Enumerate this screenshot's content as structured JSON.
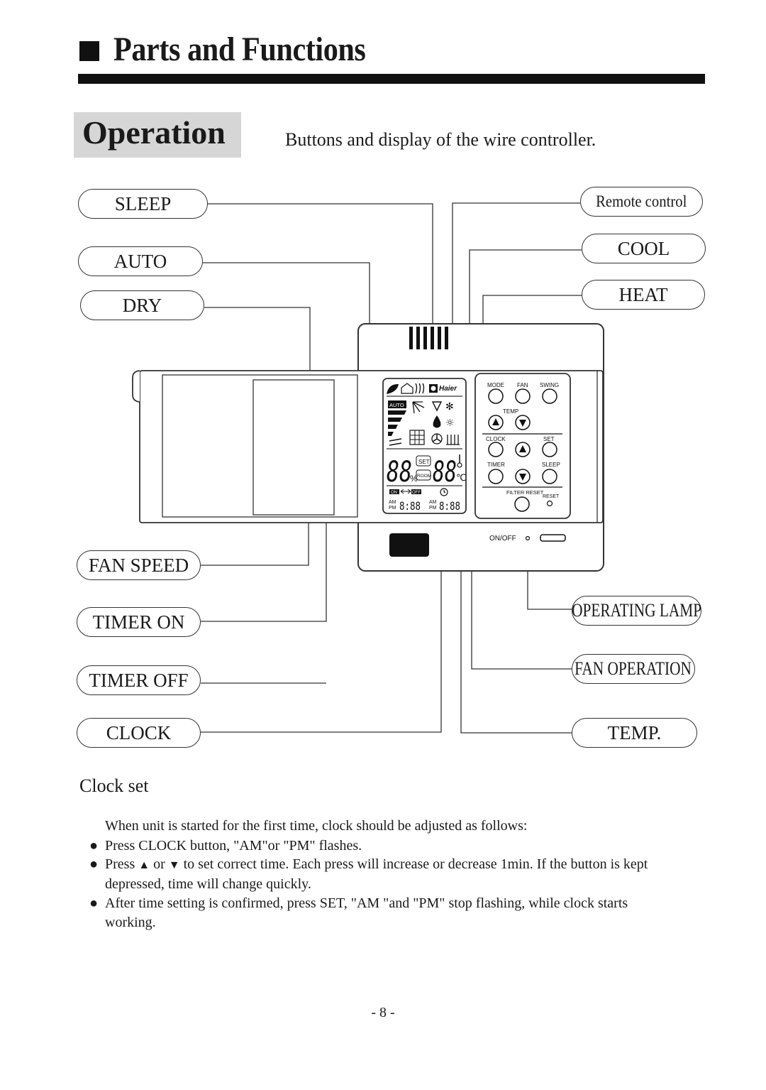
{
  "header": {
    "title": "Parts and Functions"
  },
  "section": {
    "title": "Operation",
    "subtitle": "Buttons and display of the wire controller."
  },
  "labels": {
    "sleep": "SLEEP",
    "auto": "AUTO",
    "dry": "DRY",
    "fan_speed": "FAN SPEED",
    "timer_on": "TIMER ON",
    "timer_off": "TIMER OFF",
    "clock": "CLOCK",
    "remote_control": "Remote control",
    "cool": "COOL",
    "heat": "HEAT",
    "operating_lamp": "OPERATING LAMP",
    "fan_operation": "FAN OPERATION",
    "temp": "TEMP."
  },
  "device": {
    "brand": "Haier",
    "lcd": {
      "auto_tag": "AUTO",
      "set_tag": "SET",
      "room_tag": "ROOM",
      "digits_left": "88",
      "digits_right": "88",
      "percent": "%",
      "celsius": "℃",
      "on_tag": "ON",
      "off_tag": "OFF",
      "am": "AM",
      "pm": "PM",
      "time_left": "8:88",
      "time_right": "8:88"
    },
    "buttons": {
      "mode": "MODE",
      "fan": "FAN",
      "swing": "SWING",
      "temp": "TEMP",
      "clock": "CLOCK",
      "set": "SET",
      "timer": "TIMER",
      "sleep": "SLEEP",
      "filter_reset": "FILTER RESET",
      "reset": "RESET",
      "on_off": "ON/OFF"
    }
  },
  "clock_set": {
    "title": "Clock set",
    "intro": "When unit is started for the first time, clock should be adjusted as follows:",
    "bullet_symbol": "●",
    "step1": "Press CLOCK button, \"AM\"or \"PM\" flashes.",
    "step2_a": "Press",
    "step2_up": "▲",
    "step2_or": "or",
    "step2_down": "▼",
    "step2_b": "to set correct time. Each press will increase or decrease 1min. If the button is kept depressed, time will change quickly.",
    "step3": "After time setting is confirmed, press SET, \"AM \"and \"PM\" stop flashing, while clock starts working."
  },
  "page_number": "- 8 -"
}
